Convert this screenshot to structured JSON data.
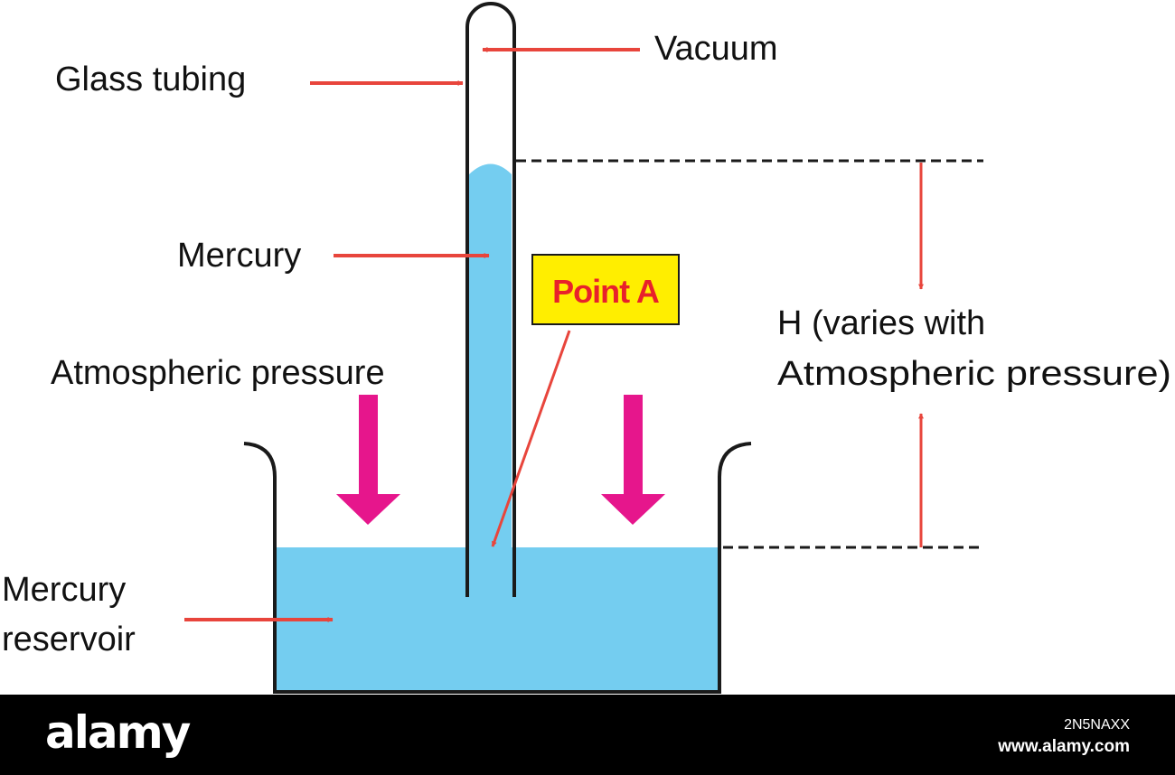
{
  "labels": {
    "glass_tubing": "Glass tubing",
    "vacuum": "Vacuum",
    "mercury": "Mercury",
    "point_a": "Point A",
    "atmospheric_pressure": "Atmospheric pressure",
    "h_line1": "H (varies  with",
    "h_line2": "Atmospheric pressure)",
    "reservoir_line1": "Mercury",
    "reservoir_line2": "reservoir"
  },
  "footer": {
    "brand": "alamy",
    "image_id": "2N5NAXX",
    "site": "www.alamy.com"
  },
  "colors": {
    "mercury": "#74cdf0",
    "pointer_arrow": "#e8453c",
    "pressure_arrow": "#e6168c",
    "outline": "#1a1a1a",
    "point_a_fill": "#ffee00",
    "point_a_text": "#e8212b",
    "footer_bg": "#000000"
  }
}
